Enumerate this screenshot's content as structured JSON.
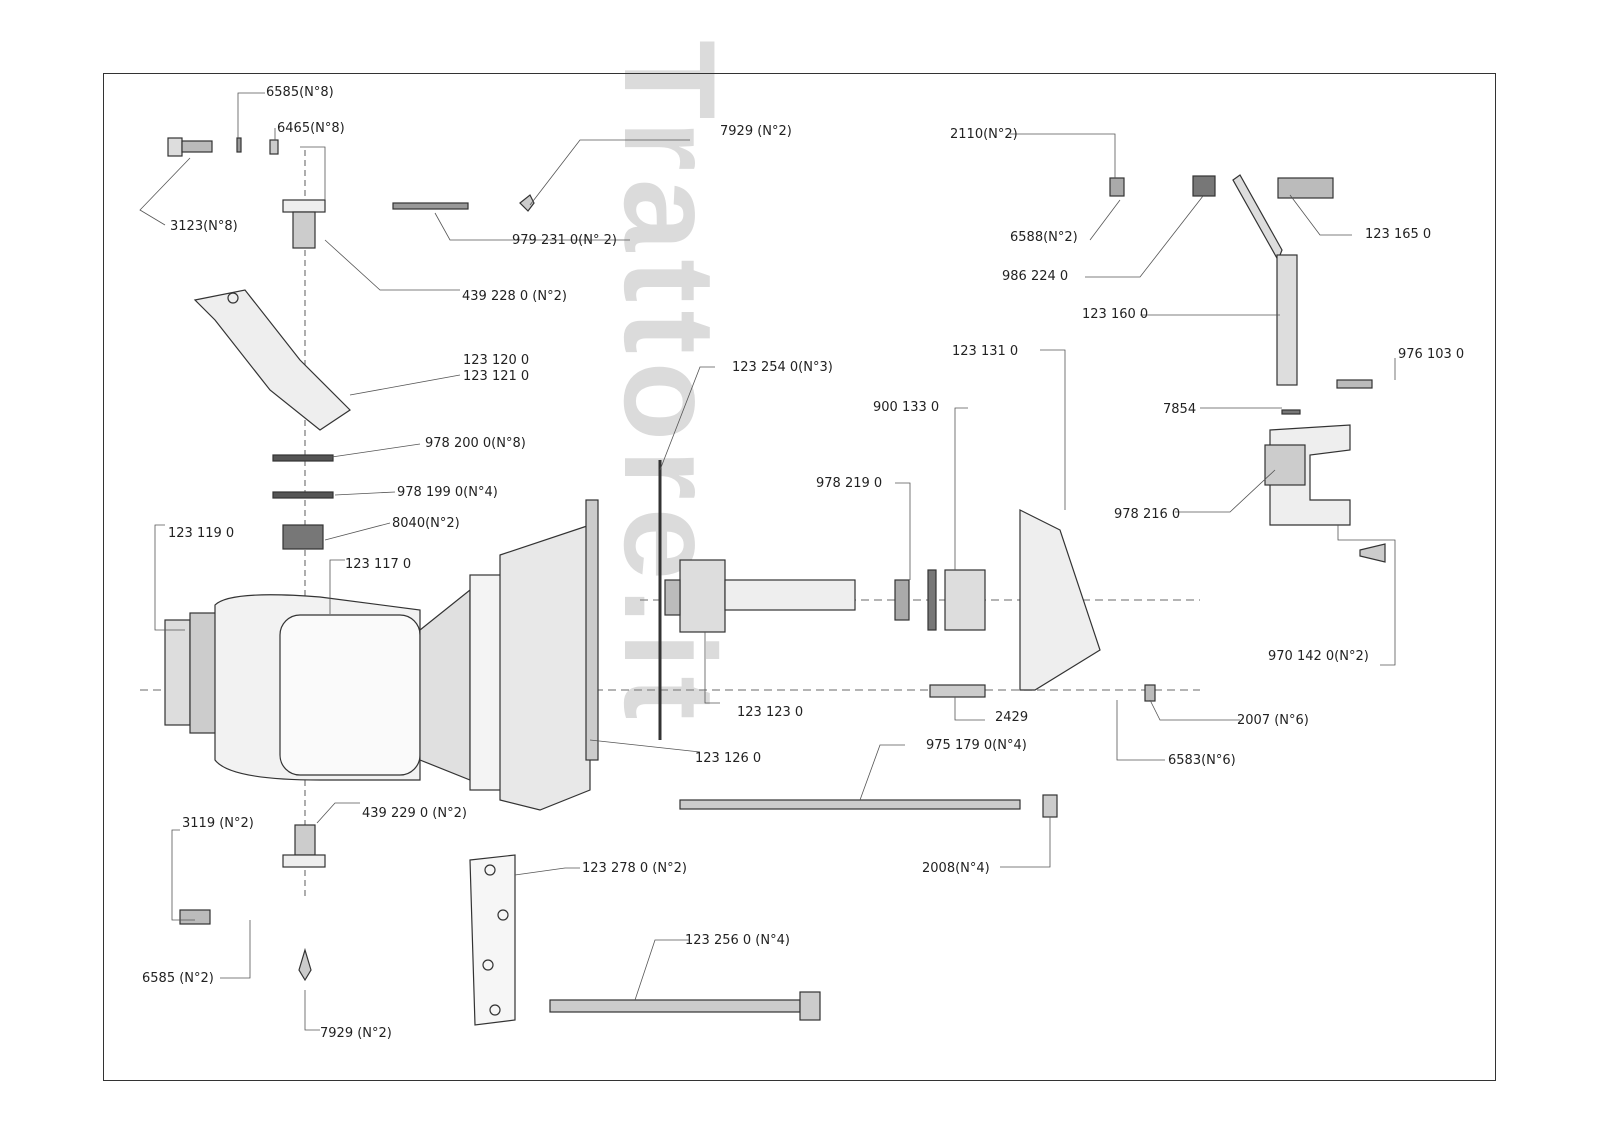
{
  "watermark": "Trattore.it",
  "labels": {
    "l6585_top": "6585(N°8)",
    "l6465": "6465(N°8)",
    "l7929_top": "7929 (N°2)",
    "l3123": "3123(N°8)",
    "l979231": "979 231 0(N° 2)",
    "l439228": "439 228 0 (N°2)",
    "l123120": "123 120 0",
    "l123121": "123 121 0",
    "l978200": "978 200 0(N°8)",
    "l978199": "978 199 0(N°4)",
    "l8040": "8040(N°2)",
    "l123119": "123 119 0",
    "l123117": "123 117 0",
    "l123254": "123 254 0(N°3)",
    "l123123": "123 123 0",
    "l123126": "123 126 0",
    "l439229": "439 229 0 (N°2)",
    "l3119": "3119 (N°2)",
    "l6585_bot": "6585 (N°2)",
    "l7929_bot": "7929 (N°2)",
    "l123278": "123 278 0 (N°2)",
    "l123256": "123 256 0 (N°4)",
    "l975179": "975 179 0(N°4)",
    "l2008": "2008(N°4)",
    "l2110": "2110(N°2)",
    "l6588": "6588(N°2)",
    "l986224": "986 224 0",
    "l123165": "123 165 0",
    "l123160": "123 160 0",
    "l123131": "123 131 0",
    "l900133": "900 133 0",
    "l976103": "976 103 0",
    "l7854": "7854",
    "l978219": "978 219 0",
    "l978216": "978 216 0",
    "l970142": "970 142 0(N°2)",
    "l2429": "2429",
    "l2007": "2007 (N°6)",
    "l6583": "6583(N°6)"
  }
}
